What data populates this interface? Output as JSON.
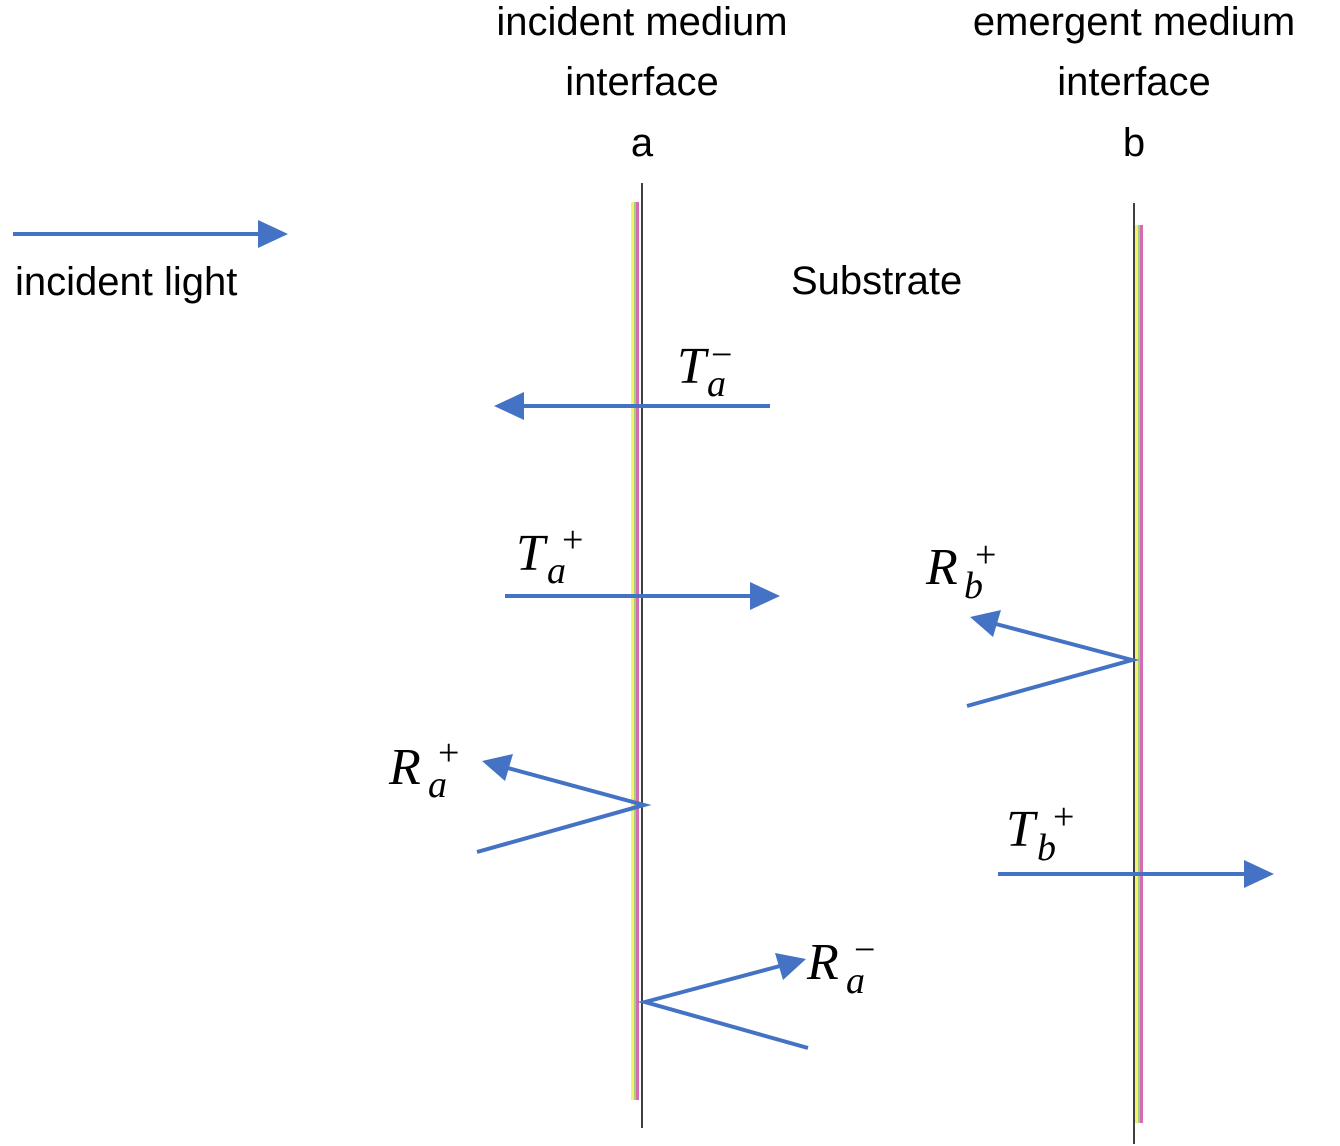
{
  "colors": {
    "arrow": "#4472c4",
    "axis_line": "#000000",
    "coating_yellow": "#f7f06e",
    "coating_green": "#9fd27a",
    "coating_magenta": "#d66bb5"
  },
  "interface_a": {
    "title_line1": "incident medium",
    "title_line2": "interface",
    "letter": "a"
  },
  "interface_b": {
    "title_line1": "emergent medium",
    "title_line2": "interface",
    "letter": "b"
  },
  "legend": {
    "label": "incident light"
  },
  "substrate": {
    "label": "Substrate"
  },
  "labels": {
    "Ta_minus": {
      "symbol": "T",
      "sub": "a",
      "sup": "−"
    },
    "Ta_plus": {
      "symbol": "T",
      "sub": "a",
      "sup": "+"
    },
    "Rb_plus": {
      "symbol": "R",
      "sub": "b",
      "sup": "+"
    },
    "Ra_plus": {
      "symbol": "R",
      "sub": "a",
      "sup": "+"
    },
    "Tb_plus": {
      "symbol": "T",
      "sub": "b",
      "sup": "+"
    },
    "Ra_minus": {
      "symbol": "R",
      "sub": "a",
      "sup": "−"
    }
  }
}
